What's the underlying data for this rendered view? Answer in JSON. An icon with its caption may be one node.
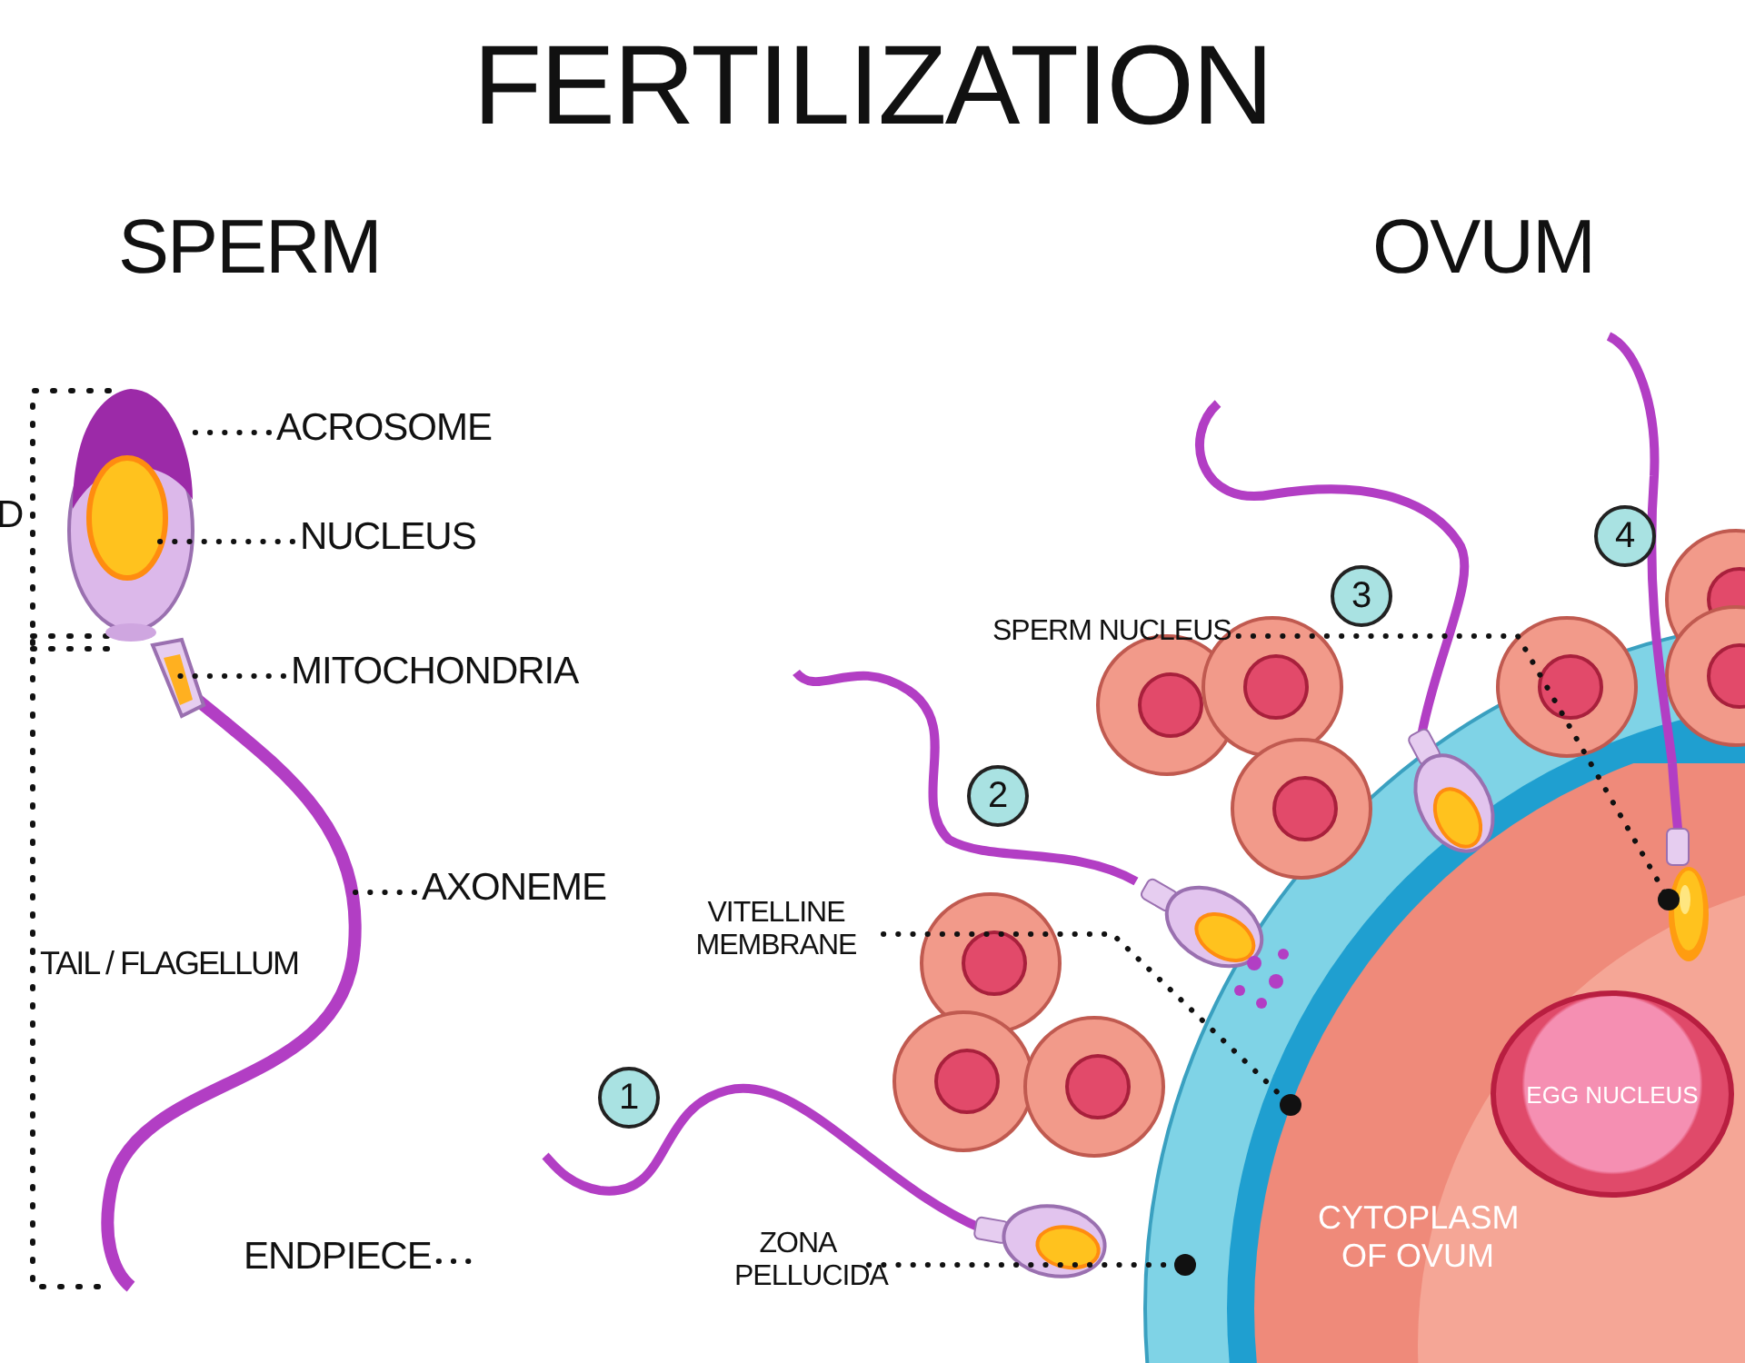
{
  "diagram": {
    "title": "FERTILIZATION",
    "nodes": [
      {
        "text": [
          "ACROSOME"
        ]
      },
      {
        "text": [
          "NUCLEUS"
        ]
      },
      {
        "text": [
          "MITOCHONDRIA"
        ]
      },
      {
        "text": [
          "AXONEME"
        ]
      },
      {
        "text": [
          "ENDPIECE"
        ]
      },
      {
        "text": [
          "SPERM NUCLEUS"
        ]
      },
      {
        "text": [
          "VITELLINE MEMBRANE"
        ]
      },
      {
        "text": [
          "ZONA PELLUCIDA"
        ]
      },
      {
        "text": [
          "CYTOPLASM OF OVUM"
        ]
      },
      {
        "text": [
          "EGG NUCLEUS"
        ],
        "in": 8
      },
      {
        "text": [],
        "shape": "picture",
        "in": 8
      }
    ],
    "edges": [
      {
        "from": 0,
        "to": null,
        "arrow": "none"
      },
      {
        "from": 1,
        "to": null,
        "arrow": "none"
      },
      {
        "from": 2,
        "to": null,
        "arrow": "none"
      },
      {
        "from": 3,
        "to": null,
        "arrow": "none"
      },
      {
        "from": 4,
        "to": null,
        "arrow": "none"
      },
      {
        "from": 5,
        "to": 10,
        "arrow": "other"
      },
      {
        "from": 6,
        "to": 8,
        "arrow": "other"
      },
      {
        "from": 7,
        "to": null,
        "arrow": "other"
      }
    ],
    "labels": [
      "SPERM",
      "OVUM",
      "D",
      "TAIL / FLAGELLUM",
      "4",
      "3",
      "2",
      "1"
    ]
  }
}
